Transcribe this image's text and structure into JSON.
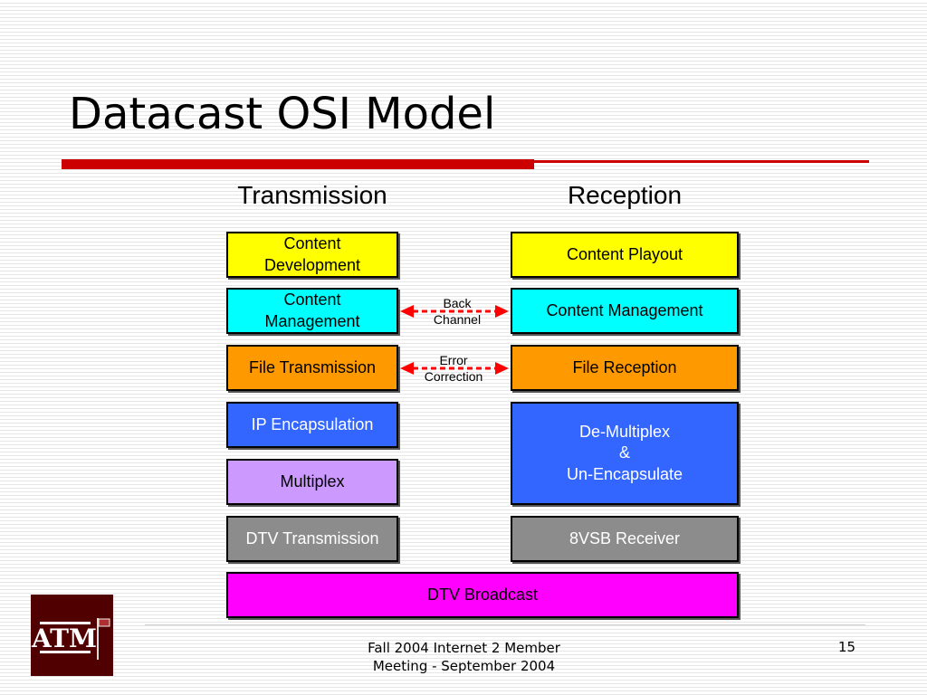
{
  "title": "Datacast OSI Model",
  "columns": {
    "transmission": "Transmission",
    "reception": "Reception"
  },
  "transmission": {
    "content_development": [
      "Content",
      "Development"
    ],
    "content_management": [
      "Content",
      "Management"
    ],
    "file_transmission": "File Transmission",
    "ip_encapsulation": "IP Encapsulation",
    "multiplex": "Multiplex",
    "dtv_transmission": "DTV Transmission"
  },
  "reception": {
    "content_playout": "Content Playout",
    "content_management": "Content Management",
    "file_reception": "File Reception",
    "demux": [
      "De-Multiplex",
      "&",
      "Un-Encapsulate"
    ],
    "receiver": "8VSB Receiver"
  },
  "broadcast": "DTV Broadcast",
  "links": {
    "back_channel": [
      "Back",
      "Channel"
    ],
    "error_correction": [
      "Error",
      "Correction"
    ]
  },
  "colors": {
    "yellow": "#ffff00",
    "cyan": "#00ffff",
    "orange": "#ff9900",
    "blue": "#3366ff",
    "lavender": "#cc99ff",
    "gray": "#8c8c8c",
    "magenta": "#ff00ff",
    "accent_red": "#cc0000",
    "logo_maroon": "#500000"
  },
  "logo": {
    "name": "texas-am-logo",
    "text": "ATM"
  },
  "footer": {
    "lines": [
      "Fall 2004 Internet 2 Member",
      "Meeting - September 2004"
    ],
    "page": "15"
  }
}
